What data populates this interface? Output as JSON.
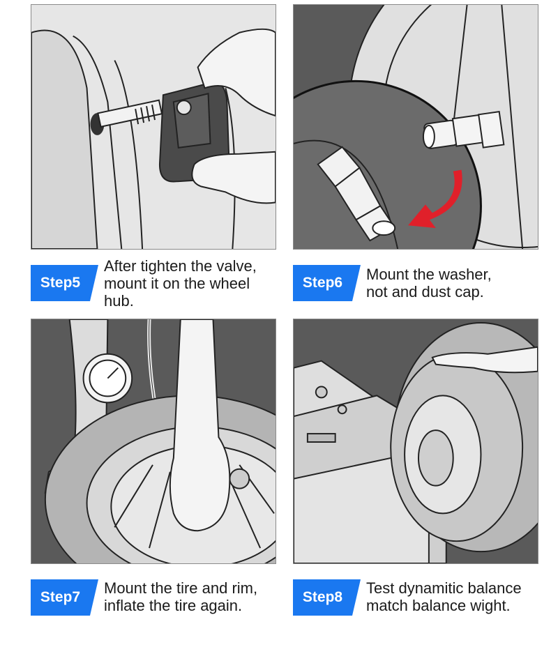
{
  "steps": [
    {
      "badge": "Step5",
      "lines": [
        "After tighten the valve,",
        "mount it on the wheel",
        "hub."
      ]
    },
    {
      "badge": "Step6",
      "lines": [
        "Mount the washer,",
        "not and dust cap."
      ]
    },
    {
      "badge": "Step7",
      "lines": [
        "Mount the tire and rim,",
        "inflate the tire again."
      ]
    },
    {
      "badge": "Step8",
      "lines": [
        "Test dynamitic balance",
        "match balance wight."
      ]
    }
  ],
  "colors": {
    "badge": "#1a78f0",
    "arrow": "#e0202a",
    "dark_bg": "#5a5a5a"
  },
  "icons": [
    "valve-sensor-icon",
    "nut-washer-icon",
    "tire-inflation-icon",
    "balancing-machine-icon"
  ]
}
